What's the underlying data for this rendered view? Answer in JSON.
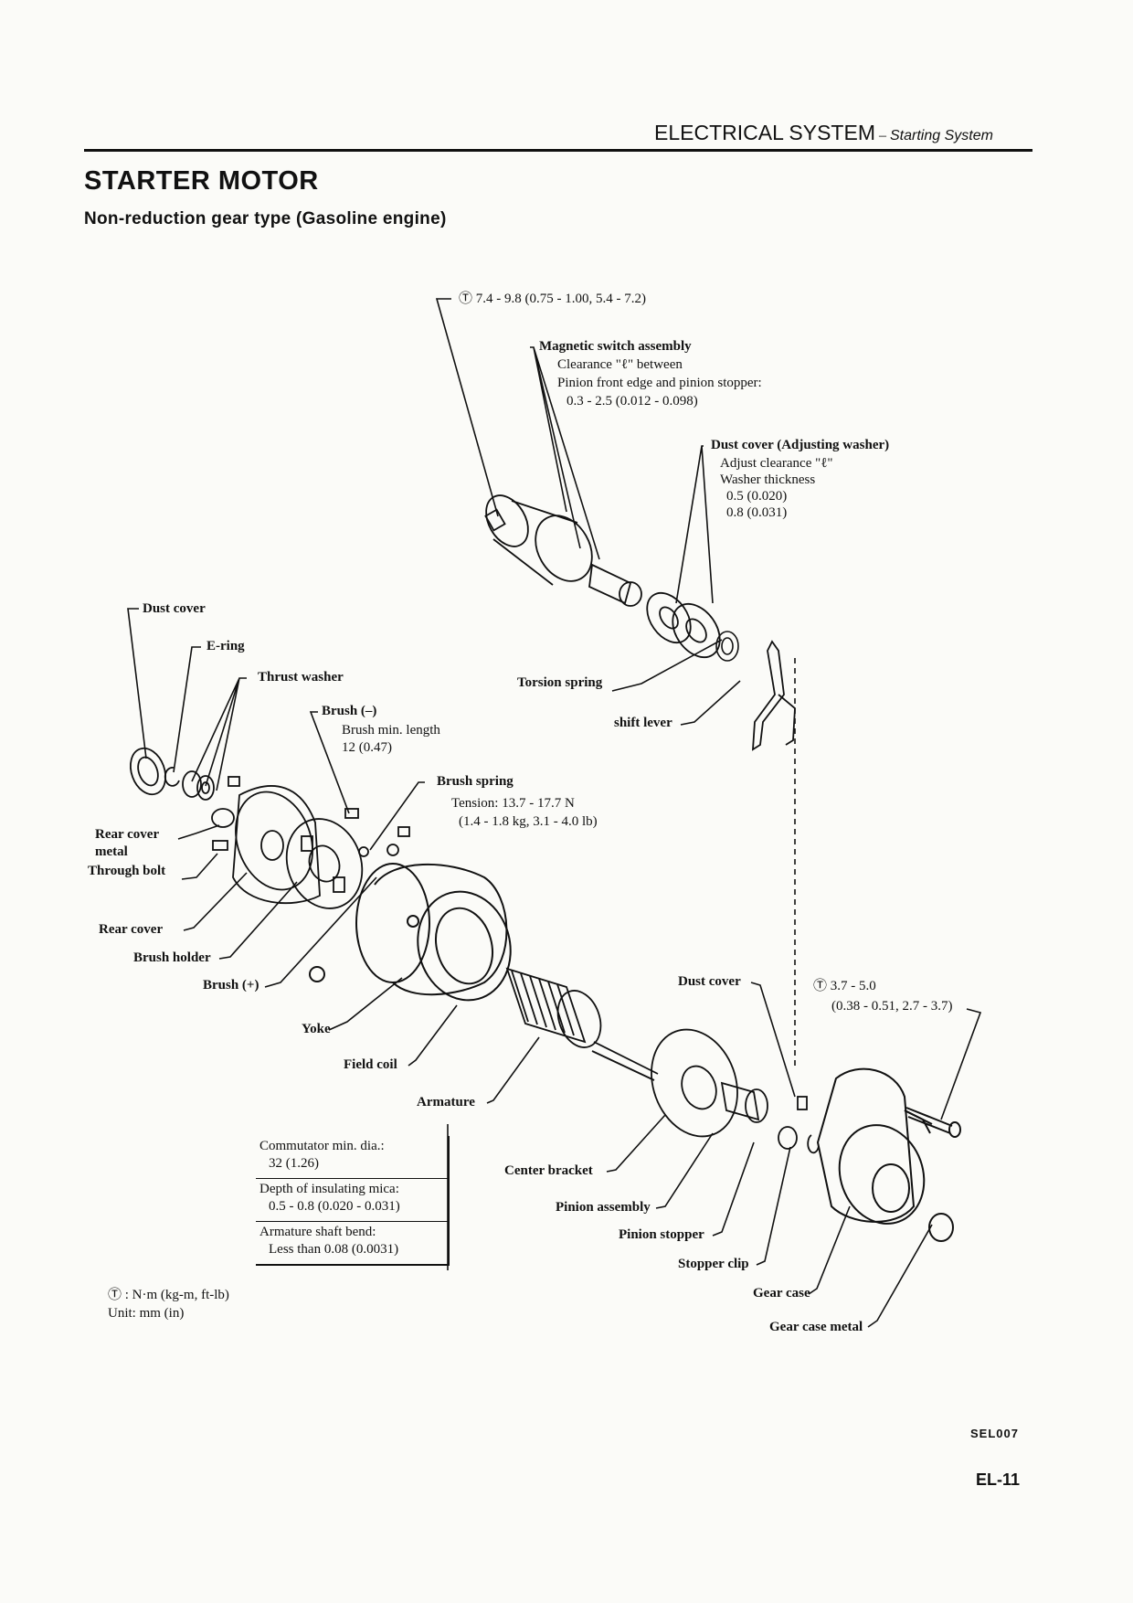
{
  "header": {
    "main": "ELECTRICAL SYSTEM",
    "dash": "–",
    "sub": "Starting System"
  },
  "section": {
    "title": "STARTER MOTOR",
    "subtitle": "Non-reduction gear type (Gasoline engine)"
  },
  "torque_symbol": "Ⓣ",
  "labels": {
    "torque_switch": "7.4 - 9.8 (0.75 - 1.00, 5.4 - 7.2)",
    "magnetic_switch": "Magnetic switch assembly",
    "clearance_line1": "Clearance \"ℓ\" between",
    "clearance_line2": "Pinion front edge and pinion stopper:",
    "clearance_line3": "0.3 - 2.5 (0.012 - 0.098)",
    "dust_cover_adjusting": "Dust cover (Adjusting washer)",
    "adjust_clearance": "Adjust clearance \"ℓ\"",
    "washer_thickness": "Washer thickness",
    "washer_1": "0.5 (0.020)",
    "washer_2": "0.8 (0.031)",
    "dust_cover_rear": "Dust cover",
    "e_ring": "E-ring",
    "thrust_washer": "Thrust washer",
    "brush_neg": "Brush (–)",
    "brush_min_length": "Brush min. length",
    "brush_min_length_val": "12 (0.47)",
    "torsion_spring": "Torsion spring",
    "shift_lever": "shift lever",
    "brush_spring": "Brush spring",
    "tension_1": "Tension: 13.7 - 17.7 N",
    "tension_2": "(1.4 - 1.8 kg, 3.1 - 4.0 lb)",
    "rear_cover_metal_1": "Rear cover",
    "rear_cover_metal_2": "metal",
    "through_bolt": "Through bolt",
    "rear_cover": "Rear cover",
    "brush_holder": "Brush holder",
    "brush_pos": "Brush (+)",
    "yoke": "Yoke",
    "field_coil": "Field coil",
    "armature": "Armature",
    "dust_cover_front": "Dust cover",
    "torque_gear_1": "3.7 - 5.0",
    "torque_gear_2": "(0.38 - 0.51, 2.7 - 3.7)",
    "center_bracket": "Center bracket",
    "pinion_assembly": "Pinion assembly",
    "pinion_stopper": "Pinion stopper",
    "stopper_clip": "Stopper clip",
    "gear_case": "Gear case",
    "gear_case_metal": "Gear case metal"
  },
  "spec_box": [
    {
      "label": "Commutator min. dia.:",
      "value": "32 (1.26)"
    },
    {
      "label": "Depth of insulating mica:",
      "value": "0.5 - 0.8 (0.020 - 0.031)"
    },
    {
      "label": "Armature shaft bend:",
      "value": "Less than 0.08 (0.0031)"
    }
  ],
  "legend": {
    "torque_units": ": N·m (kg-m, ft-lb)",
    "units": "Unit:  mm (in)"
  },
  "figure_code": "SEL007",
  "page_number": "EL-11"
}
